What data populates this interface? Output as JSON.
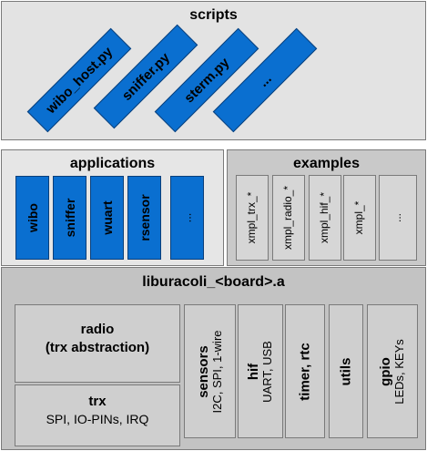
{
  "scripts": {
    "title": "scripts",
    "items": [
      "wibo_host.py",
      "sniffer.py",
      "sterm.py",
      "..."
    ]
  },
  "applications": {
    "title": "applications",
    "items": [
      "wibo",
      "sniffer",
      "wuart",
      "rsensor",
      "..."
    ]
  },
  "examples": {
    "title": "examples",
    "items": [
      "xmpl_trx_*",
      "xmpl_radio_*",
      "xmpl_hif_*",
      "xmpl_*",
      "..."
    ]
  },
  "library": {
    "title": "liburacoli_<board>.a",
    "radio": {
      "line1": "radio",
      "line2": "(trx abstraction)"
    },
    "trx": {
      "title": "trx",
      "subtitle": "SPI, IO-PINs, IRQ"
    },
    "sensors": {
      "title": "sensors",
      "subtitle": "I2C, SPI, 1-wire"
    },
    "hif": {
      "title": "hif",
      "subtitle": "UART, USB"
    },
    "timer": {
      "title": "timer, rtc"
    },
    "utils": {
      "title": "utils"
    },
    "gpio": {
      "title": "gpio",
      "subtitle": "LEDs, KEYs"
    }
  },
  "colors": {
    "box_blue": "#0a6fd0",
    "panel_gray": "#d9d9d9",
    "inner_gray": "#c6c6c6"
  }
}
